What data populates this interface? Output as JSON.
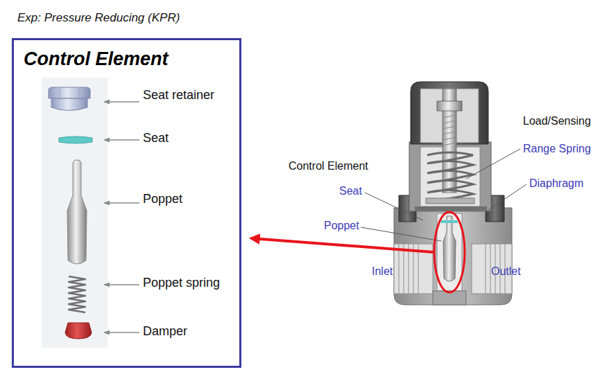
{
  "diagram": {
    "title": "Exp: Pressure Reducing (KPR)",
    "nodes": [
      {
        "text": [
          "Control Element"
        ]
      }
    ],
    "labels": [
      "Seat retainer",
      "Seat",
      "Poppet",
      "Poppet spring",
      "Damper",
      "Load/Sensing",
      "Range Spring",
      "Diaphragm",
      "Control Element",
      "Seat",
      "Poppet",
      "Inlet",
      "Outlet"
    ]
  }
}
